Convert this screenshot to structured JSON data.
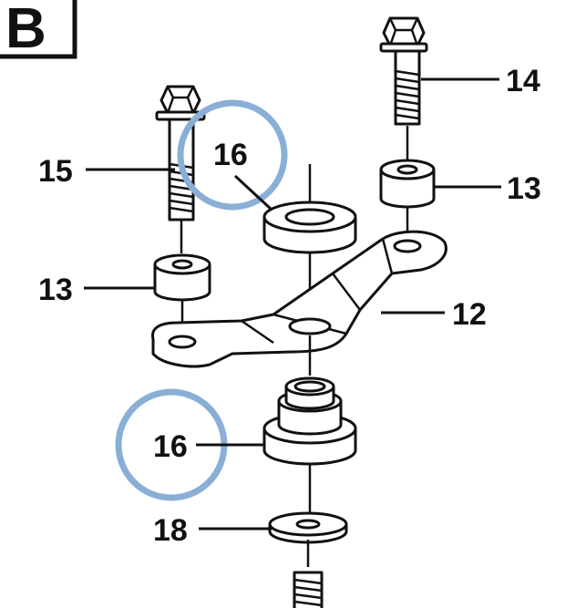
{
  "section": {
    "letter": "B"
  },
  "callouts": [
    {
      "id": "14",
      "label": "14"
    },
    {
      "id": "15",
      "label": "15"
    },
    {
      "id": "16-top",
      "label": "16"
    },
    {
      "id": "13-right",
      "label": "13"
    },
    {
      "id": "13-left",
      "label": "13"
    },
    {
      "id": "12",
      "label": "12"
    },
    {
      "id": "16-bottom",
      "label": "16"
    },
    {
      "id": "18",
      "label": "18"
    }
  ],
  "highlight": {
    "color": "#8aafd6"
  },
  "colors": {
    "line": "#111111",
    "background": "#ffffff"
  }
}
